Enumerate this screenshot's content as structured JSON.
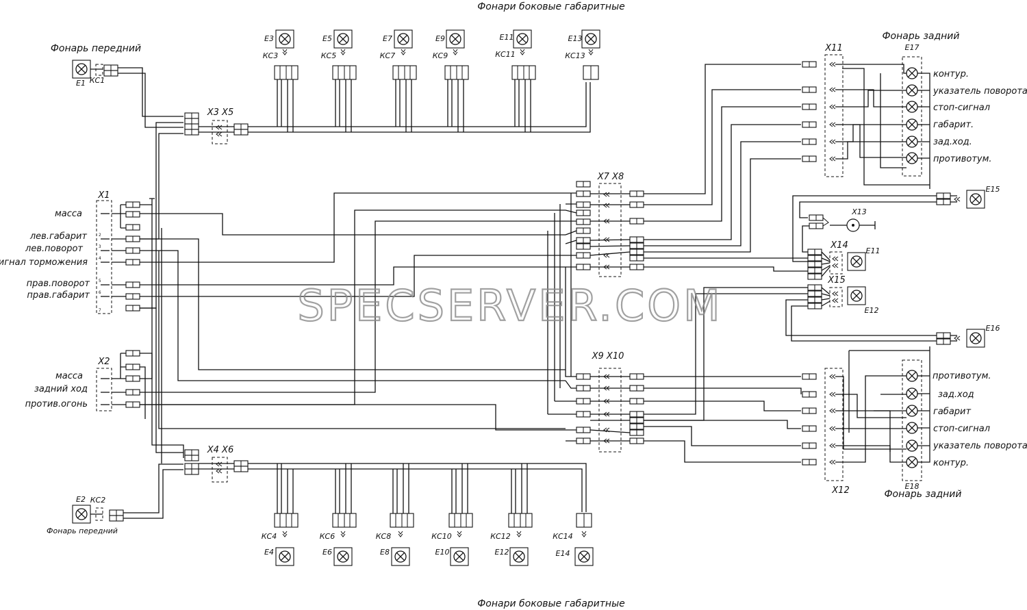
{
  "titles": {
    "top": "Фонари боковые габаритные",
    "bottom": "Фонари боковые габаритные",
    "front_lamp_top": "Фонарь передний",
    "front_lamp_bottom": "Фонарь передний",
    "rear_lamp_top": "Фонарь задний",
    "rear_lamp_bottom": "Фонарь задний"
  },
  "watermark": "SPECSERVER.COM",
  "lamps": {
    "E1": "E1",
    "E2": "E2",
    "E3": "E3",
    "E5": "E5",
    "E7": "E7",
    "E9": "E9",
    "E11t": "E11",
    "E13": "E13",
    "E4": "E4",
    "E6": "E6",
    "E8": "E8",
    "E10": "E10",
    "E12b": "E12",
    "E14": "E14",
    "E15": "E15",
    "E16": "E16",
    "E17": "E17",
    "E18": "E18",
    "E11r": "E11",
    "E12r": "E12"
  },
  "connectors": {
    "KC1": "КС1",
    "KC2": "КС2",
    "KC3": "КС3",
    "KC5": "КС5",
    "KC7": "КС7",
    "KC9": "КС9",
    "KC11": "КС11",
    "KC13": "КС13",
    "KC4": "КС4",
    "KC6": "КС6",
    "KC8": "КС8",
    "KC10": "КС10",
    "KC12": "КС12",
    "KC14": "КС14",
    "X1": "X1",
    "X2": "X2",
    "X3X5": "X3 X5",
    "X4X6": "X4 X6",
    "X7X8": "X7 X8",
    "X9X10": "X9 X10",
    "X11": "X11",
    "X12": "X12",
    "X13": "X13",
    "X14": "X14",
    "X15": "X15"
  },
  "x1_signals": {
    "massa": "масса",
    "lev_gabarit": "лев.габарит",
    "lev_povorot": "лев.поворот",
    "signal_tormozheniya": "сигнал торможения",
    "prav_povorot": "прав.поворот",
    "prav_gabarit": "прав.габарит"
  },
  "x2_signals": {
    "massa": "масса",
    "zadniy_hod": "задний ход",
    "protiv_ogon": "против.огонь"
  },
  "e17_functions": {
    "f1": "контур.",
    "f2": "указатель поворота",
    "f3": "стоп-сигнал",
    "f4": "габарит.",
    "f5": "зад.ход.",
    "f6": "противотум."
  },
  "e18_functions": {
    "f1": "противотум.",
    "f2": "зад.ход",
    "f3": "габарит",
    "f4": "стоп-сигнал",
    "f5": "указатель поворота",
    "f6": "контур."
  }
}
